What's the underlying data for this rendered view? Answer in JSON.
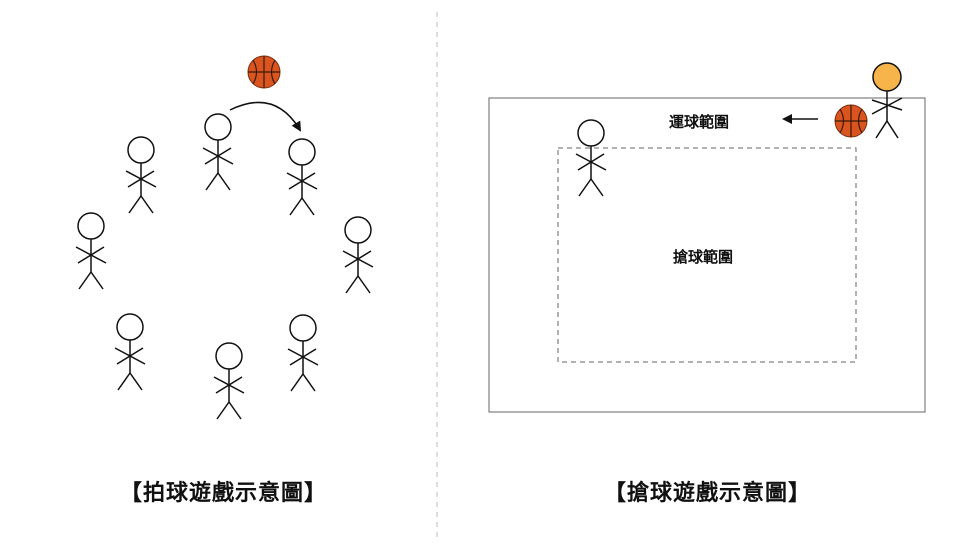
{
  "left_panel": {
    "caption": "【拍球遊戲示意圖】",
    "figures": [
      {
        "id": "top-center"
      },
      {
        "id": "right-upper"
      },
      {
        "id": "right-middle"
      },
      {
        "id": "right-lower"
      },
      {
        "id": "bottom"
      },
      {
        "id": "left-lower"
      },
      {
        "id": "left-middle"
      },
      {
        "id": "left-upper"
      }
    ],
    "ball": {
      "icon": "basketball-icon",
      "color": "#d9541e"
    },
    "pass_arrow": {
      "icon": "curved-arrow-icon"
    }
  },
  "right_panel": {
    "caption": "【搶球遊戲示意圖】",
    "outer_zone_label": "運球範圍",
    "inner_zone_label": "搶球範圍",
    "dribbler": {
      "icon": "stick-figure-icon",
      "head_color": "#f7b44a"
    },
    "defender": {
      "icon": "stick-figure-icon"
    },
    "ball": {
      "icon": "basketball-icon",
      "color": "#d9541e"
    },
    "move_arrow": {
      "icon": "left-arrow-icon"
    }
  },
  "colors": {
    "stroke": "#111111",
    "ball": "#d9541e",
    "dribbler_head": "#f7b44a",
    "divider": "#bbbbbb",
    "zone_border": "#666666"
  }
}
